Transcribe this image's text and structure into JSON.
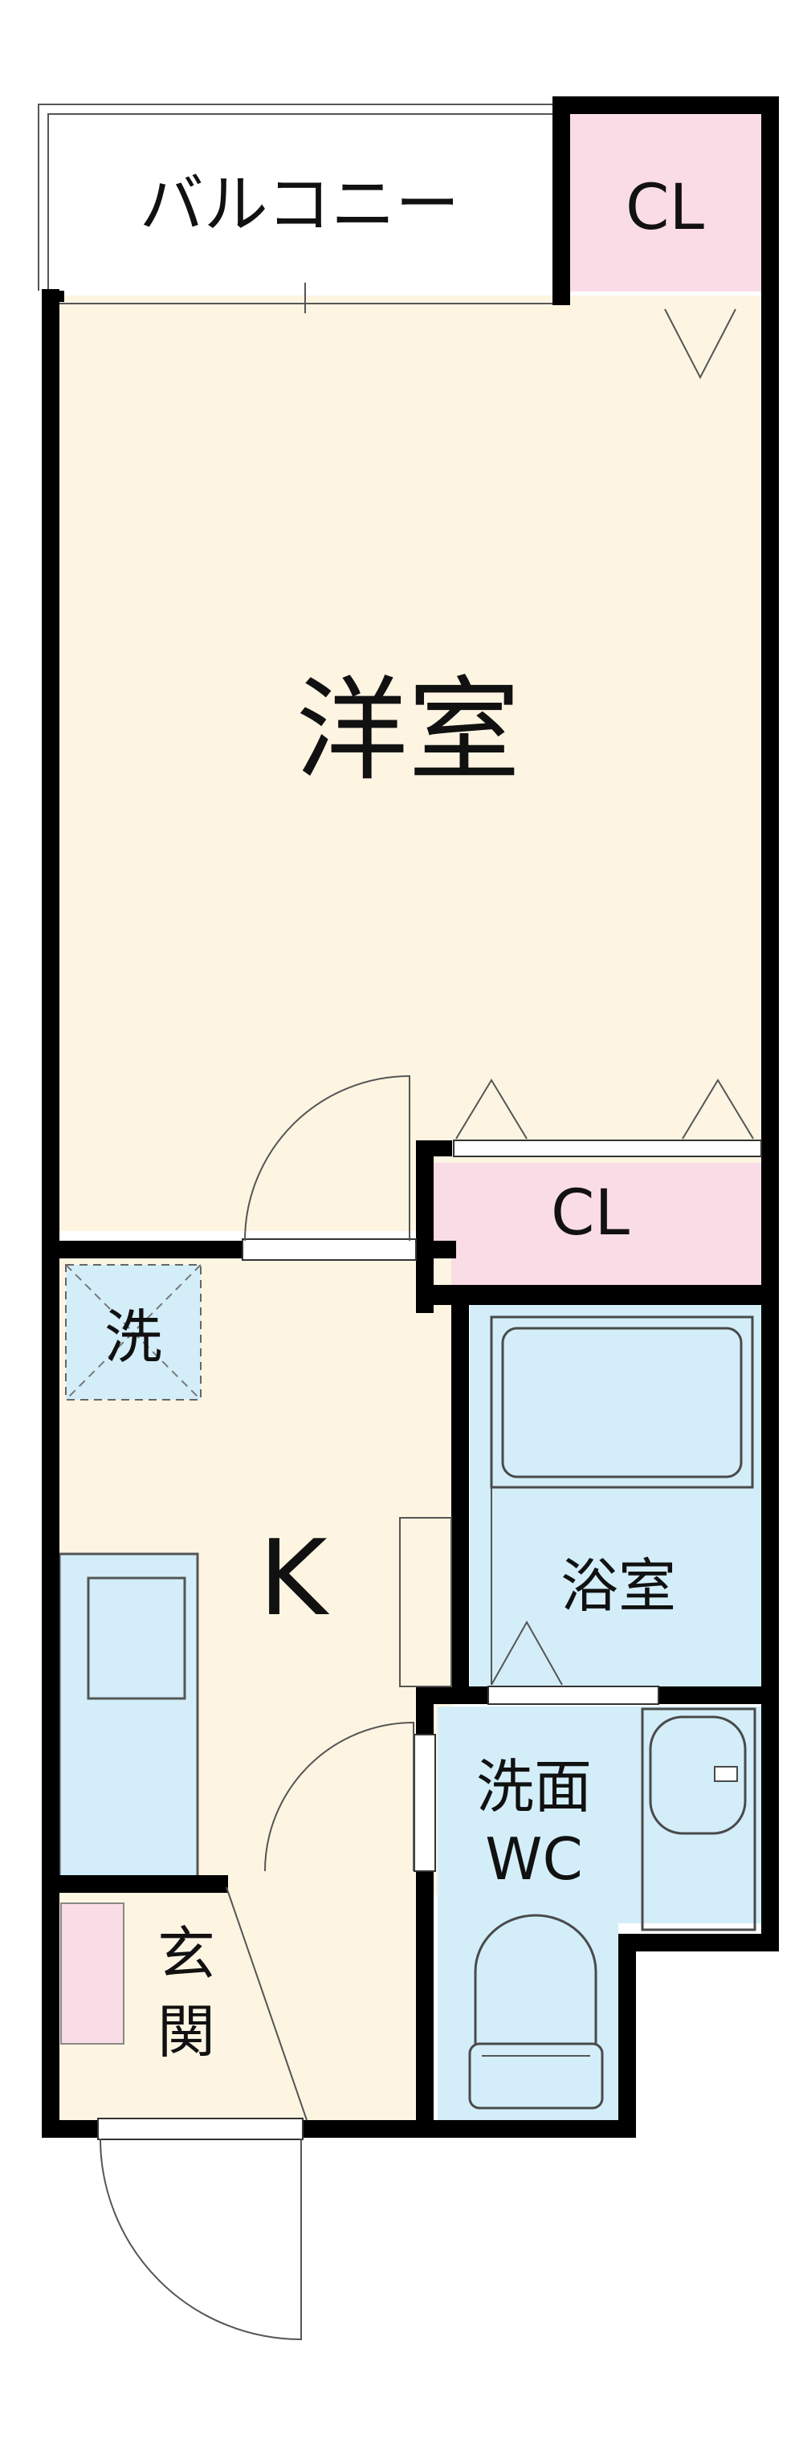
{
  "rooms": {
    "balcony": "バルコニー",
    "closet_top": "CL",
    "western_room": "洋室",
    "closet_mid": "CL",
    "laundry": "洗",
    "kitchen": "K",
    "bathroom": "浴室",
    "washroom_line1": "洗面",
    "washroom_line2": "WC",
    "entrance_line1": "玄",
    "entrance_line2": "関"
  },
  "colors": {
    "room_floor": "#fdf5e2",
    "closet": "#f9dce6",
    "wet_area": "#d3eef9",
    "wall": "#000000"
  }
}
